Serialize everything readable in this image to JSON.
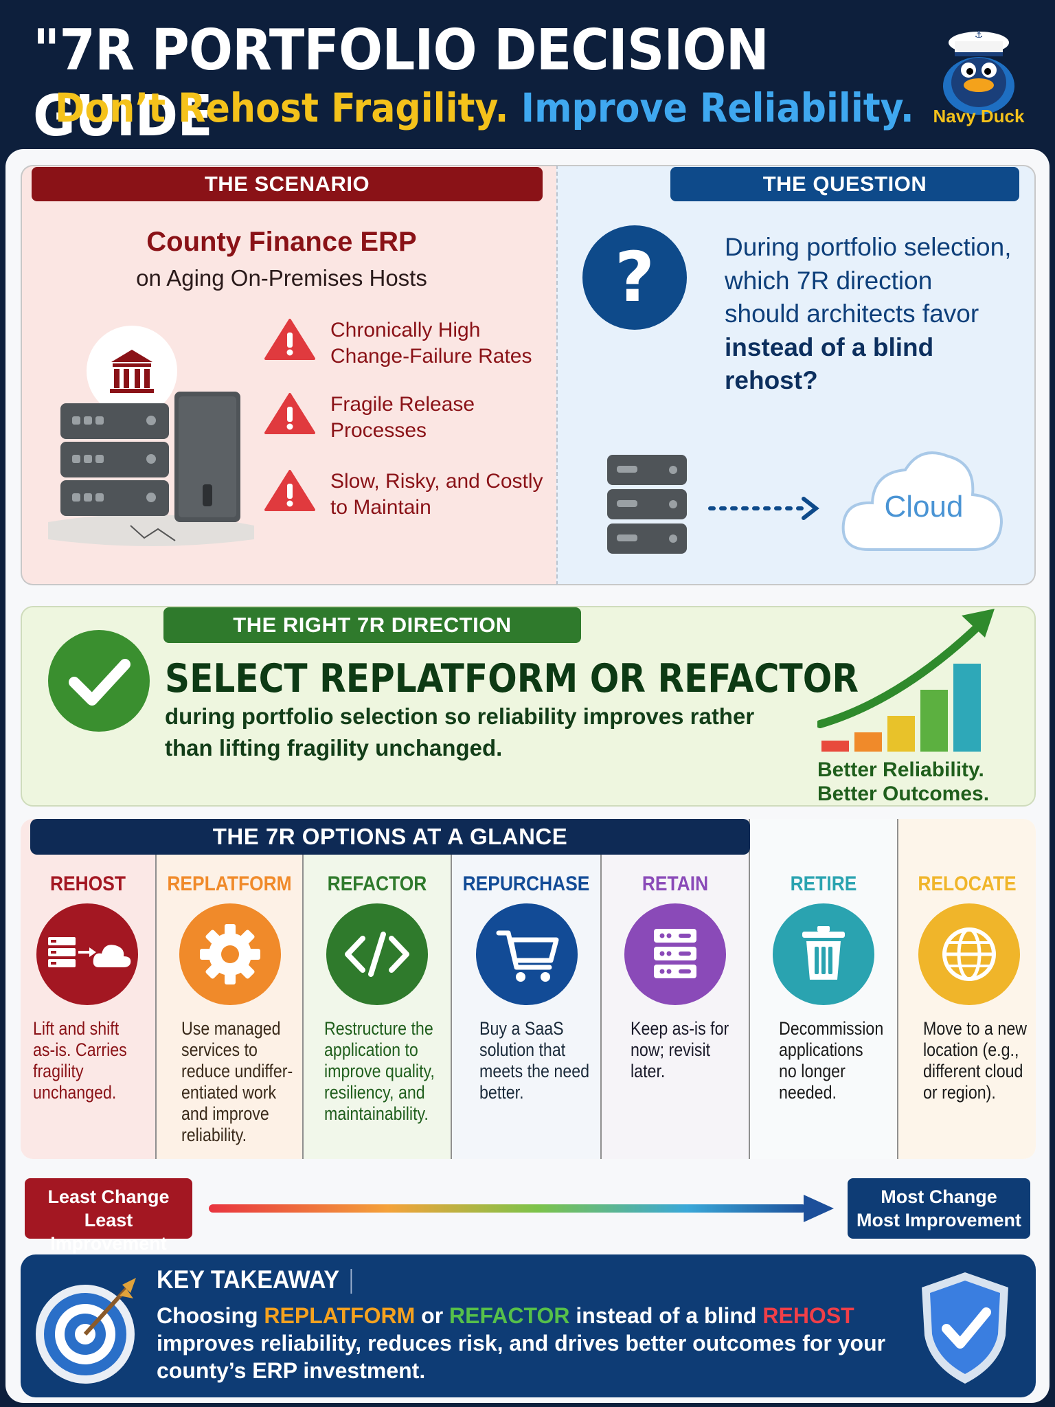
{
  "header": {
    "title": "\"7R PORTFOLIO DECISION GUIDE",
    "subtitle_a": "Don’t Rehost Fragility.",
    "subtitle_b": "Improve Reliability.",
    "brand": "Navy Duck"
  },
  "scenario": {
    "label": "THE SCENARIO",
    "system": "County Finance ERP",
    "system_sub": "on Aging On-Premises Hosts",
    "risks": [
      "Chronically High Change-Failure Rates",
      "Fragile Release Processes",
      "Slow, Risky, and Costly to Maintain"
    ]
  },
  "question": {
    "label": "THE QUESTION",
    "text_1": "During portfolio selection, which 7R direction should architects favor",
    "text_2": "instead of a blind rehost?",
    "cloud": "Cloud"
  },
  "direction": {
    "label": "THE RIGHT 7R DIRECTION",
    "headline": "SELECT REPLATFORM OR REFACTOR",
    "body": "during portfolio selection so reliability improves rather than lifting fragility unchanged.",
    "growth_1": "Better Reliability.",
    "growth_2": "Better Outcomes."
  },
  "options": {
    "label": "THE 7R OPTIONS AT A GLANCE",
    "items": [
      {
        "name": "REHOST",
        "desc": "Lift and shift as-is. Carries fragility unchanged.",
        "color": "#a31722",
        "icon": "server-to-cloud-icon"
      },
      {
        "name": "REPLATFORM",
        "desc": "Use managed services to reduce undiffer-entiated work and improve reliability.",
        "color": "#f08a2a",
        "icon": "gear-icon"
      },
      {
        "name": "REFACTOR",
        "desc": "Restructure the application to improve quality, resiliency, and maintainability.",
        "color": "#2f7a2c",
        "icon": "code-icon"
      },
      {
        "name": "REPURCHASE",
        "desc": "Buy a SaaS solution that meets the need better.",
        "color": "#124b96",
        "icon": "cart-icon"
      },
      {
        "name": "RETAIN",
        "desc": "Keep as-is for now; revisit later.",
        "color": "#8a4ab8",
        "icon": "server-stack-icon"
      },
      {
        "name": "RETIRE",
        "desc": "Decommission applications no longer needed.",
        "color": "#2aa3b0",
        "icon": "trash-icon"
      },
      {
        "name": "RELOCATE",
        "desc": "Move to a new location (e.g., different cloud or region).",
        "color": "#f0b52a",
        "icon": "globe-icon"
      }
    ]
  },
  "scale": {
    "least_1": "Least Change",
    "least_2": "Least Improvement",
    "most_1": "Most Change",
    "most_2": "Most Improvement"
  },
  "takeaway": {
    "title": "KEY TAKEAWAY",
    "p1": "Choosing ",
    "replatform": "REPLATFORM",
    "p2": " or ",
    "refactor": "REFACTOR",
    "p3": " instead of a blind ",
    "rehost": "REHOST",
    "p4": " improves reliability, reduces risk, and drives better outcomes for your county’s ERP investment."
  }
}
